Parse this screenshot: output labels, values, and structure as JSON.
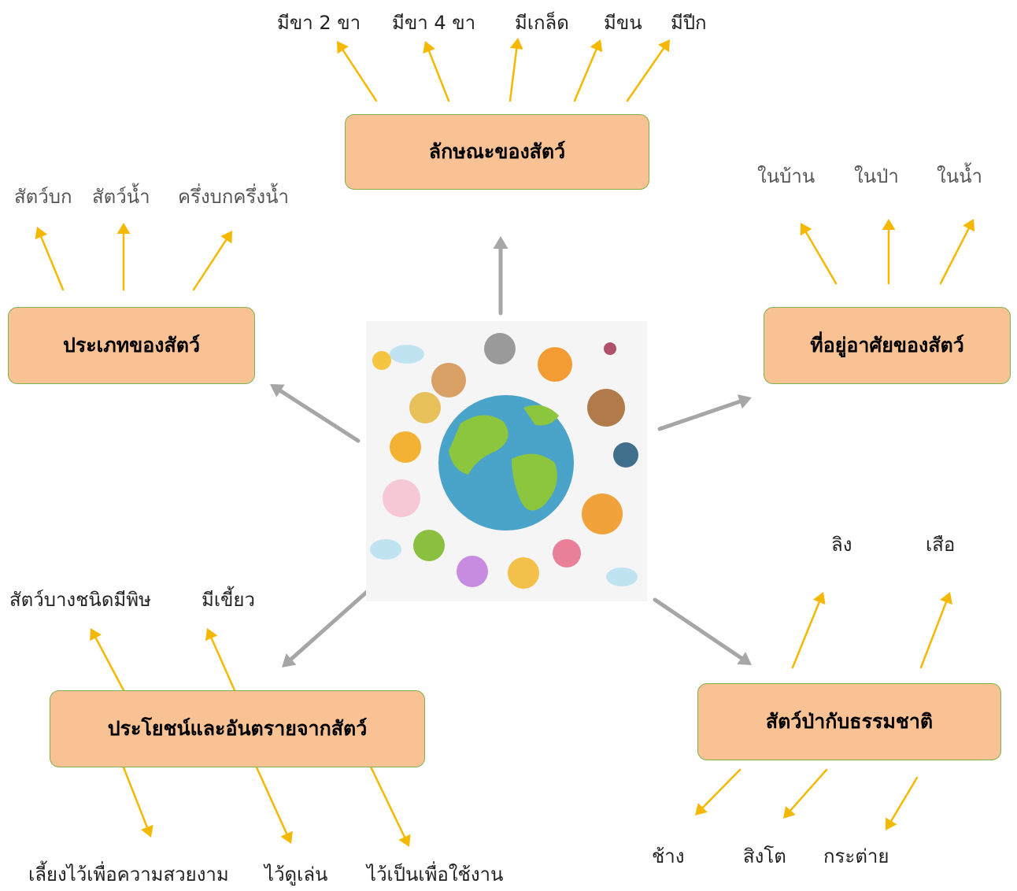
{
  "colors": {
    "box_fill": "#f9c294",
    "box_border": "#7fb24c",
    "gray_arrow": "#a6a6a6",
    "yellow_arrow": "#f5b800"
  },
  "center": {
    "icon": "earth-with-animals-illustration"
  },
  "boxes": {
    "characteristics": "ลักษณะของสัตว์",
    "types": "ประเภทของสัตว์",
    "habitat": "ที่อยู่อาศัยของสัตว์",
    "benefits": "ประโยชน์และอันตรายจากสัตว์",
    "wildlife": "สัตว์ป่ากับธรรมชาติ"
  },
  "characteristics_items": [
    "มีขา 2 ขา",
    "มีขา 4 ขา",
    "มีเกล็ด",
    "มีขน",
    "มีปีก"
  ],
  "types_items": [
    "สัตว์บก",
    "สัตว์น้ำ",
    "ครึ่งบกครึ่งน้ำ"
  ],
  "habitat_items": [
    "ในบ้าน",
    "ในป่า",
    "ในน้ำ"
  ],
  "benefits_top_items": [
    "สัตว์บางชนิดมีพิษ",
    "มีเขี้ยว"
  ],
  "benefits_bottom_items": [
    "เลี้ยงไว้เพื่อความสวยงาม",
    "ไว้ดูเล่น",
    "ไว้เป็นเพื่อใช้งาน"
  ],
  "wildlife_top_items": [
    "ลิง",
    "เสือ"
  ],
  "wildlife_bottom_items": [
    "ช้าง",
    "สิงโต",
    "กระต่าย"
  ]
}
